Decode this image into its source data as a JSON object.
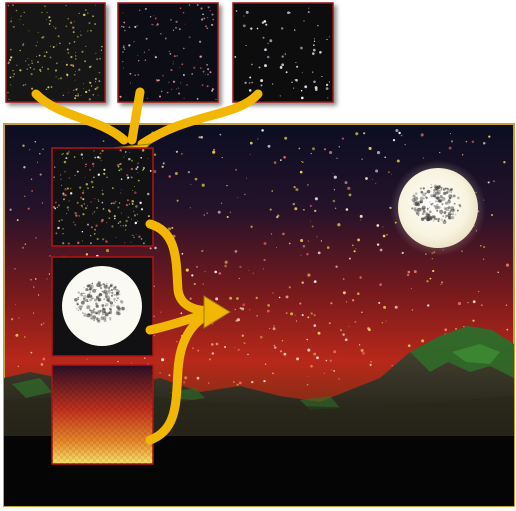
{
  "diagram": {
    "kind": "skybox-compositing",
    "source_layers": [
      {
        "id": "star-layer-1",
        "icon": "star-field-icon"
      },
      {
        "id": "star-layer-2",
        "icon": "star-field-icon"
      },
      {
        "id": "star-layer-3",
        "icon": "star-field-icon"
      }
    ],
    "composited_layers": [
      {
        "id": "combined-stars",
        "icon": "star-field-icon"
      },
      {
        "id": "moon-layer",
        "icon": "moon-icon"
      },
      {
        "id": "sky-gradient-layer",
        "icon": "gradient-icon"
      }
    ],
    "result": {
      "id": "night-sky-scene",
      "icon": "landscape-icon"
    },
    "colors": {
      "arrow": "#f2b705",
      "frame_border": "#b01414",
      "scene_border": "#c8a038",
      "sky_top": "#0a0d1f",
      "sky_glow": "#c0281c",
      "moon": "#fbf7e6",
      "terrain": "#3c3a2c",
      "terrain_green": "#2e7a2a"
    }
  }
}
